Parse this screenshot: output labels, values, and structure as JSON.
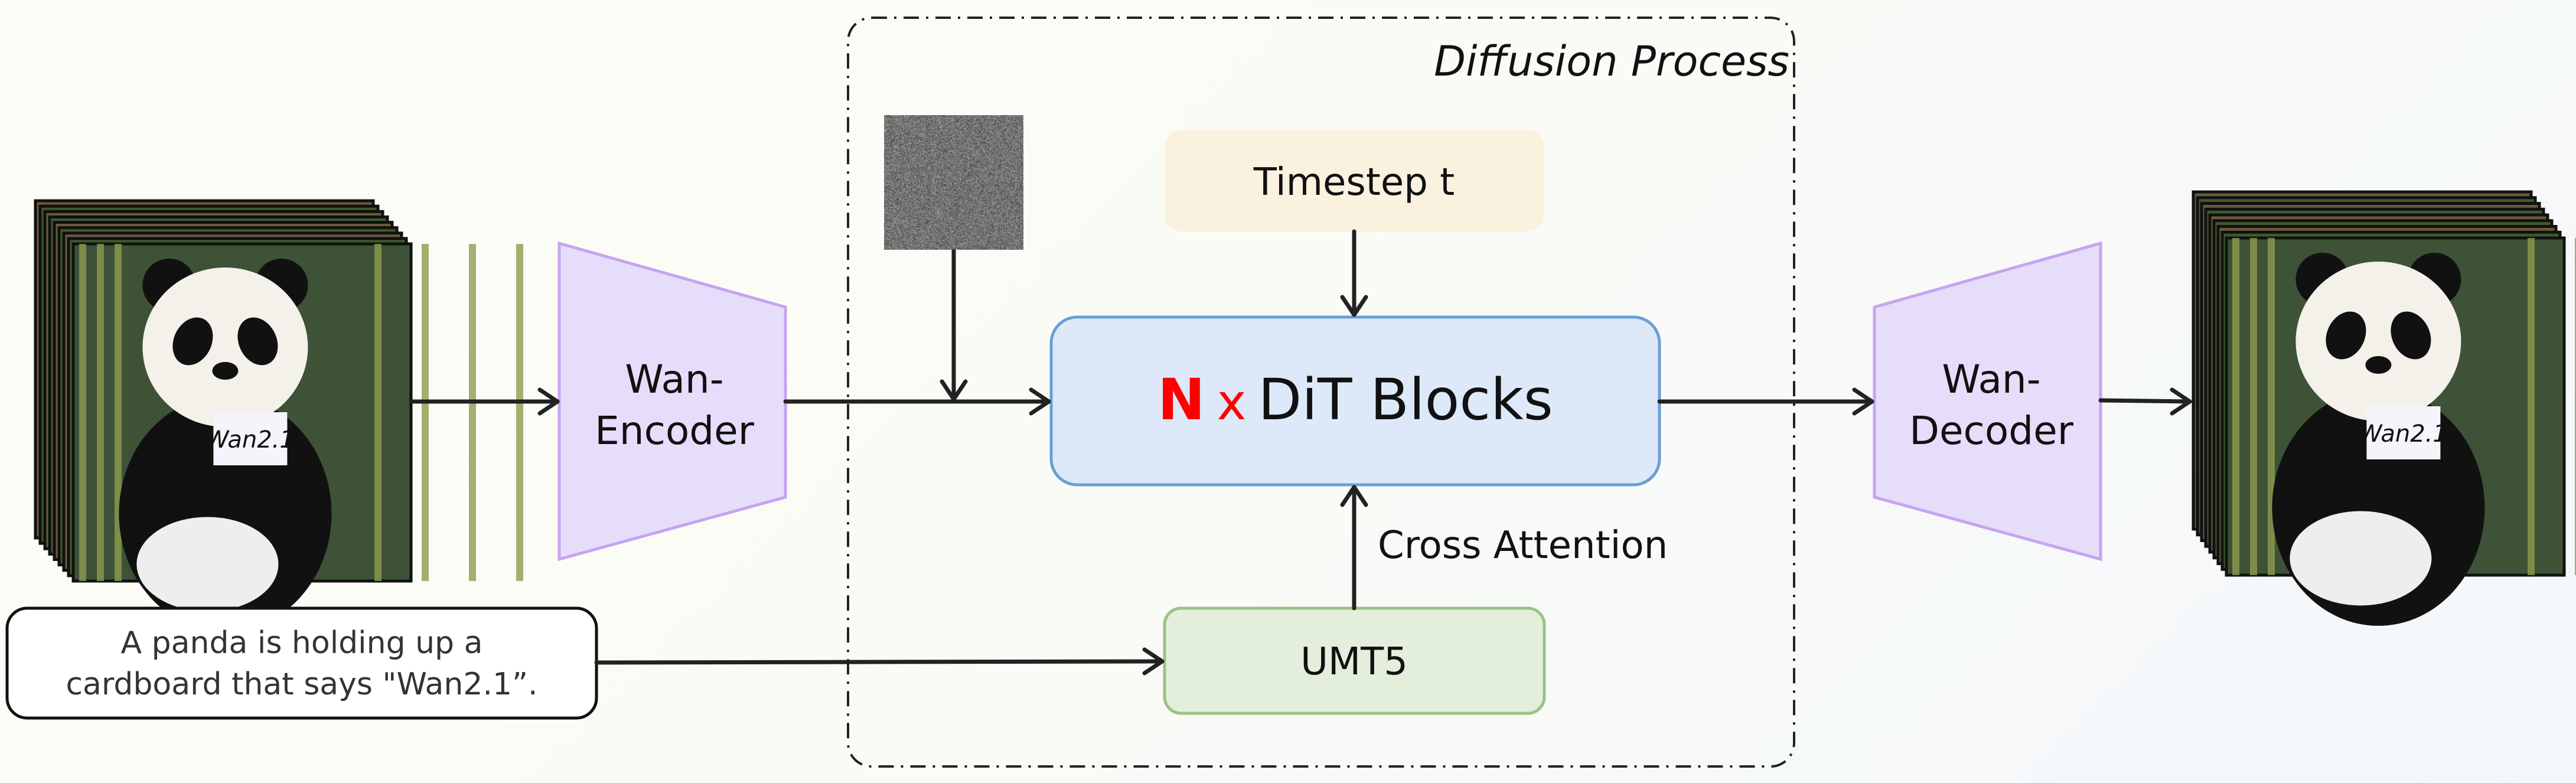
{
  "title": "Diffusion Process",
  "input_video": {
    "sign_text": "Wan2.1"
  },
  "output_video": {
    "sign_text": "Wan2.1"
  },
  "encoder": {
    "line1": "Wan-",
    "line2": "Encoder"
  },
  "decoder": {
    "line1": "Wan-",
    "line2": "Decoder"
  },
  "prompt": {
    "line1": "A panda is holding up a",
    "line2": "cardboard that says \"Wan2.1”."
  },
  "timestep": {
    "label": "Timestep t"
  },
  "dit": {
    "n": "N",
    "x": "x",
    "label": "DiT Blocks"
  },
  "cross_attention": {
    "label": "Cross Attention"
  },
  "text_encoder": {
    "label": "UMT5"
  },
  "colors": {
    "encoder_fill": "#e6ddfb",
    "encoder_stroke": "#c6a4f0",
    "timestep_fill": "#fbf1df",
    "dit_fill": "#dde9f8",
    "dit_stroke": "#6a9fd4",
    "umt5_fill": "#e3eedb",
    "umt5_stroke": "#9bc383",
    "n_color": "#ff0000"
  }
}
